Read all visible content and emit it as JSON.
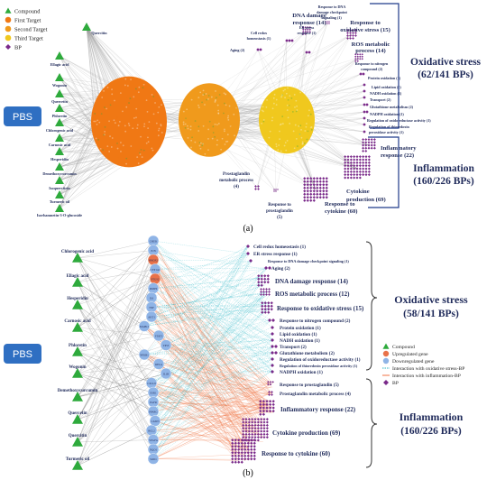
{
  "colors": {
    "compound": "#2eaa3c",
    "first_target": "#f07814",
    "second_target": "#f09a1c",
    "third_target": "#f0c81e",
    "bp": "#7a2a8a",
    "pbs": "#2f6fc2",
    "upregulated": "#e8724a",
    "downregulated": "#8fb4e6",
    "oxidative_edge": "#2ab6c6",
    "inflammation_edge": "#f07040",
    "label_blue": "#1f2a7a",
    "group_blue": "#1f3a8a"
  },
  "panel_a": {
    "legend": [
      {
        "label": "Compound",
        "kind": "triangle",
        "color": "#2eaa3c"
      },
      {
        "label": "First Target",
        "kind": "circle",
        "color": "#f07814"
      },
      {
        "label": "Second Target",
        "kind": "circle",
        "color": "#f09a1c"
      },
      {
        "label": "Third Target",
        "kind": "circle",
        "color": "#f0c81e"
      },
      {
        "label": "BP",
        "kind": "diamond",
        "color": "#7a2a8a"
      }
    ],
    "pbs": "PBS",
    "compounds": [
      "Quercitin",
      "Ellagic acid",
      "Wogonin",
      "Quercetin",
      "Phloretin",
      "Chlorogenic acid",
      "Carnosic acid",
      "Hesperidin",
      "Demethoxycurcumin",
      "Isoquercitrin",
      "Turmeric oil",
      "Isorhamnetin-3-O-glucoside"
    ],
    "bp_labels": [
      {
        "text": "DNA damage",
        "cls": "mid"
      },
      {
        "text": "response (14)",
        "cls": "mid"
      },
      {
        "text": "Response to DNA",
        "cls": "tiny"
      },
      {
        "text": "damage checkpoint",
        "cls": "tiny"
      },
      {
        "text": "signaling (1)",
        "cls": "tiny"
      },
      {
        "text": "Response to",
        "cls": "mid"
      },
      {
        "text": "oxidative stress (15)",
        "cls": "mid"
      },
      {
        "text": "Cell redox",
        "cls": "tiny"
      },
      {
        "text": "homeostasis (1)",
        "cls": "tiny"
      },
      {
        "text": "ER stress",
        "cls": "tiny"
      },
      {
        "text": "response (1)",
        "cls": "tiny"
      },
      {
        "text": "ROS metabolic",
        "cls": "mid"
      },
      {
        "text": "process (14)",
        "cls": "mid"
      },
      {
        "text": "Aging (2)",
        "cls": "tiny"
      },
      {
        "text": "Response to nitrogen",
        "cls": "tiny"
      },
      {
        "text": "compound (2)",
        "cls": "tiny"
      },
      {
        "text": "Protein oxidation (1)",
        "cls": "tiny"
      },
      {
        "text": "Lipid oxidation (1)",
        "cls": "tiny"
      },
      {
        "text": "NADH oxidation (1)",
        "cls": "tiny"
      },
      {
        "text": "Transport (2)",
        "cls": "tiny"
      },
      {
        "text": "Glutathione metabolism (2)",
        "cls": "tiny"
      },
      {
        "text": "NADPH oxidation (1)",
        "cls": "tiny"
      },
      {
        "text": "Regulation of oxidoreductase activity (1)",
        "cls": "tiny"
      },
      {
        "text": "Regulation of thioredoxin",
        "cls": "tiny"
      },
      {
        "text": "peroxidase activity (1)",
        "cls": "tiny"
      },
      {
        "text": "Inflammatory",
        "cls": "mid"
      },
      {
        "text": "response (22)",
        "cls": "mid"
      },
      {
        "text": "Cytokine",
        "cls": "mid"
      },
      {
        "text": "production (69)",
        "cls": "mid"
      },
      {
        "text": "Response to",
        "cls": "mid"
      },
      {
        "text": "cytokine (60)",
        "cls": "mid"
      },
      {
        "text": "Prostaglandin",
        "cls": "small"
      },
      {
        "text": "metabolic process",
        "cls": "small"
      },
      {
        "text": "(4)",
        "cls": "small"
      },
      {
        "text": "Response to",
        "cls": "small"
      },
      {
        "text": "prostaglandin",
        "cls": "small"
      },
      {
        "text": "(5)",
        "cls": "small"
      }
    ],
    "group_oxidative": {
      "title": "Oxidative stress",
      "count": "(62/141 BPs)"
    },
    "group_inflammation": {
      "title": "Inflammation",
      "count": "(160/226 BPs)"
    },
    "caption": "(a)"
  },
  "panel_b": {
    "pbs": "PBS",
    "compounds": [
      "Chlorogenic acid",
      "Ellagic acid",
      "Hesperidin",
      "Carnosic acid",
      "Phloretin",
      "Wogonin",
      "Demethoxycurcumin",
      "Quercetin",
      "Quercitin",
      "Turmeric oil"
    ],
    "genes": [
      "CHUK",
      "JUN",
      "HMOX1",
      "CYP1A1",
      "PTGS2",
      "MMP9",
      "IL6",
      "TNF",
      "AKT1",
      "MAPK1",
      "STAT3",
      "TP53",
      "NFKB1",
      "RELA",
      "IL1B",
      "CXCL8",
      "ESR1",
      "EGFR",
      "PPARG",
      "CASP3",
      "BCL2",
      "VEGFA",
      "NQO1",
      "SOD1"
    ],
    "gene_colors": [
      "down",
      "down",
      "up",
      "down",
      "up",
      "down",
      "down",
      "down",
      "down",
      "down",
      "down",
      "down",
      "down",
      "down",
      "down",
      "down",
      "down",
      "down",
      "down",
      "down",
      "down",
      "down",
      "down",
      "down"
    ],
    "bp_labels": [
      {
        "text": "Cell redox homeostasis (1)",
        "cls": "small"
      },
      {
        "text": "ER stress response (1)",
        "cls": "small"
      },
      {
        "text": "Response to DNA damage checkpoint signaling (1)",
        "cls": "tiny"
      },
      {
        "text": "Aging (2)",
        "cls": "small"
      },
      {
        "text": "DNA damage response (14)",
        "cls": "mid"
      },
      {
        "text": "ROS metabolic process (12)",
        "cls": "mid"
      },
      {
        "text": "Response to oxidative stress (15)",
        "cls": "mid"
      },
      {
        "text": "Response to nitrogen compound (2)",
        "cls": "small"
      },
      {
        "text": "Protein oxidation (1)",
        "cls": "small"
      },
      {
        "text": "Lipid oxidation (1)",
        "cls": "small"
      },
      {
        "text": "NADH oxidation (1)",
        "cls": "small"
      },
      {
        "text": "Transport (2)",
        "cls": "small"
      },
      {
        "text": "Glutathione metabolism (2)",
        "cls": "small"
      },
      {
        "text": "Regulation of oxidoreductase activity (1)",
        "cls": "small"
      },
      {
        "text": "Regulation of thioredoxin peroxidase activity (1)",
        "cls": "tiny"
      },
      {
        "text": "NADPH oxidation (1)",
        "cls": "small"
      },
      {
        "text": "Response to prostaglandin (5)",
        "cls": "small"
      },
      {
        "text": "Prostaglandin metabolic process (4)",
        "cls": "small"
      },
      {
        "text": "Inflammatory response (22)",
        "cls": "mid"
      },
      {
        "text": "Cytokine production (69)",
        "cls": "mid"
      },
      {
        "text": "Response to cytokine (60)",
        "cls": "mid"
      }
    ],
    "group_oxidative": {
      "title": "Oxidative stress",
      "count": "(58/141 BPs)"
    },
    "group_inflammation": {
      "title": "Inflammation",
      "count": "(160/226 BPs)"
    },
    "legend": [
      {
        "label": "Compound",
        "kind": "triangle",
        "color": "#2eaa3c"
      },
      {
        "label": "Upregulated gene",
        "kind": "circle",
        "color": "#e8724a"
      },
      {
        "label": "Downregulated gene",
        "kind": "circle",
        "color": "#8fb4e6"
      },
      {
        "label": "Interaction with oxidative stress-BP",
        "kind": "line",
        "color": "#2ab6c6"
      },
      {
        "label": "Interaction with inflammation-BP",
        "kind": "line",
        "color": "#f07040"
      },
      {
        "label": "BP",
        "kind": "diamond",
        "color": "#7a2a8a"
      }
    ],
    "caption": "(b)"
  }
}
